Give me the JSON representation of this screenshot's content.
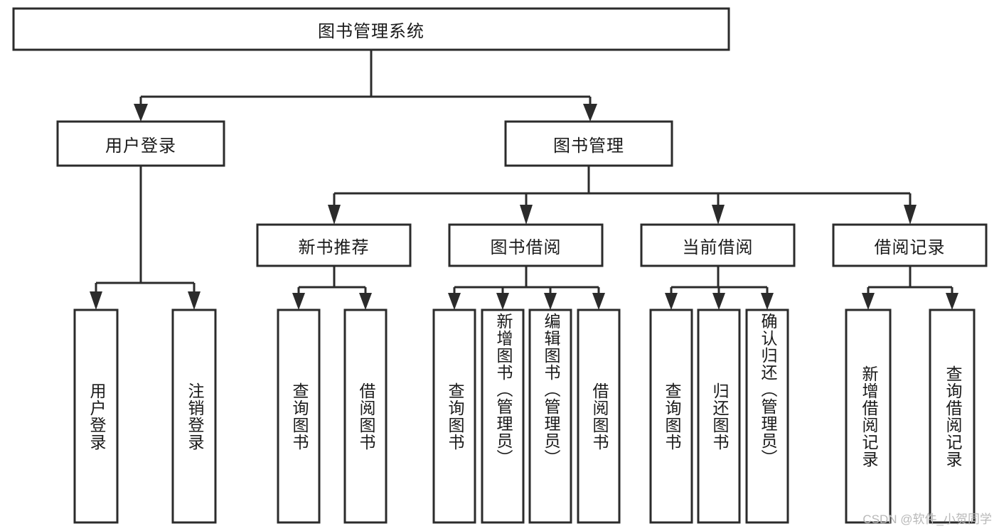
{
  "diagram": {
    "title": "图书管理系统",
    "watermark": "CSDN @软件_小贺同学",
    "root": {
      "label": "图书管理系统"
    },
    "level2": [
      {
        "label": "用户登录"
      },
      {
        "label": "图书管理"
      }
    ],
    "level3": [
      {
        "label": "新书推荐"
      },
      {
        "label": "图书借阅"
      },
      {
        "label": "当前借阅"
      },
      {
        "label": "借阅记录"
      }
    ],
    "leaves": {
      "user_login": [
        {
          "label": "用户登录"
        },
        {
          "label": "注销登录"
        }
      ],
      "new_book_recommend": [
        {
          "label": "查询图书"
        },
        {
          "label": "借阅图书"
        }
      ],
      "book_borrow": [
        {
          "label": "查询图书"
        },
        {
          "label": "新增图书（管理员）"
        },
        {
          "label": "编辑图书（管理员）"
        },
        {
          "label": "借阅图书"
        }
      ],
      "current_borrow": [
        {
          "label": "查询图书"
        },
        {
          "label": "归还图书"
        },
        {
          "label": "确认归还（管理员）"
        }
      ],
      "borrow_records": [
        {
          "label": "新增借阅记录"
        },
        {
          "label": "查询借阅记录"
        }
      ]
    },
    "colors": {
      "stroke": "#2b2b2b",
      "fill": "#ffffff",
      "text": "#1a1a1a",
      "watermark": "#b8b8b8"
    }
  }
}
